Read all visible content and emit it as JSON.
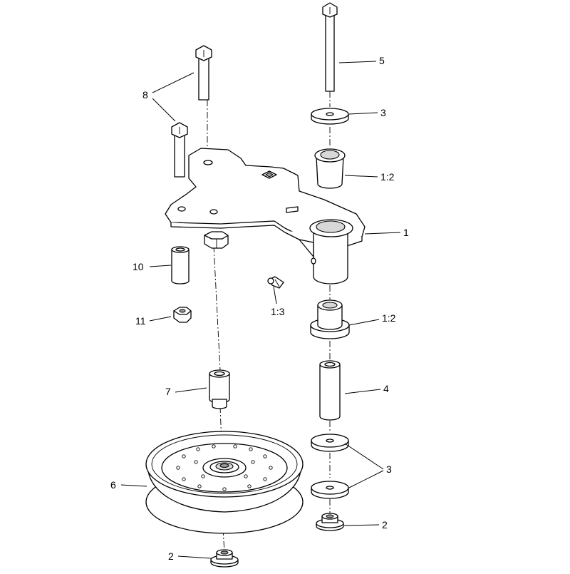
{
  "callouts": {
    "c1": "1",
    "c1_2_upper": "1:2",
    "c1_2_lower": "1:2",
    "c1_3": "1:3",
    "c2_right": "2",
    "c2_bottom": "2",
    "c3_upper": "3",
    "c3_lower": "3",
    "c4": "4",
    "c5": "5",
    "c6": "6",
    "c7": "7",
    "c8": "8",
    "c10": "10",
    "c11": "11"
  }
}
